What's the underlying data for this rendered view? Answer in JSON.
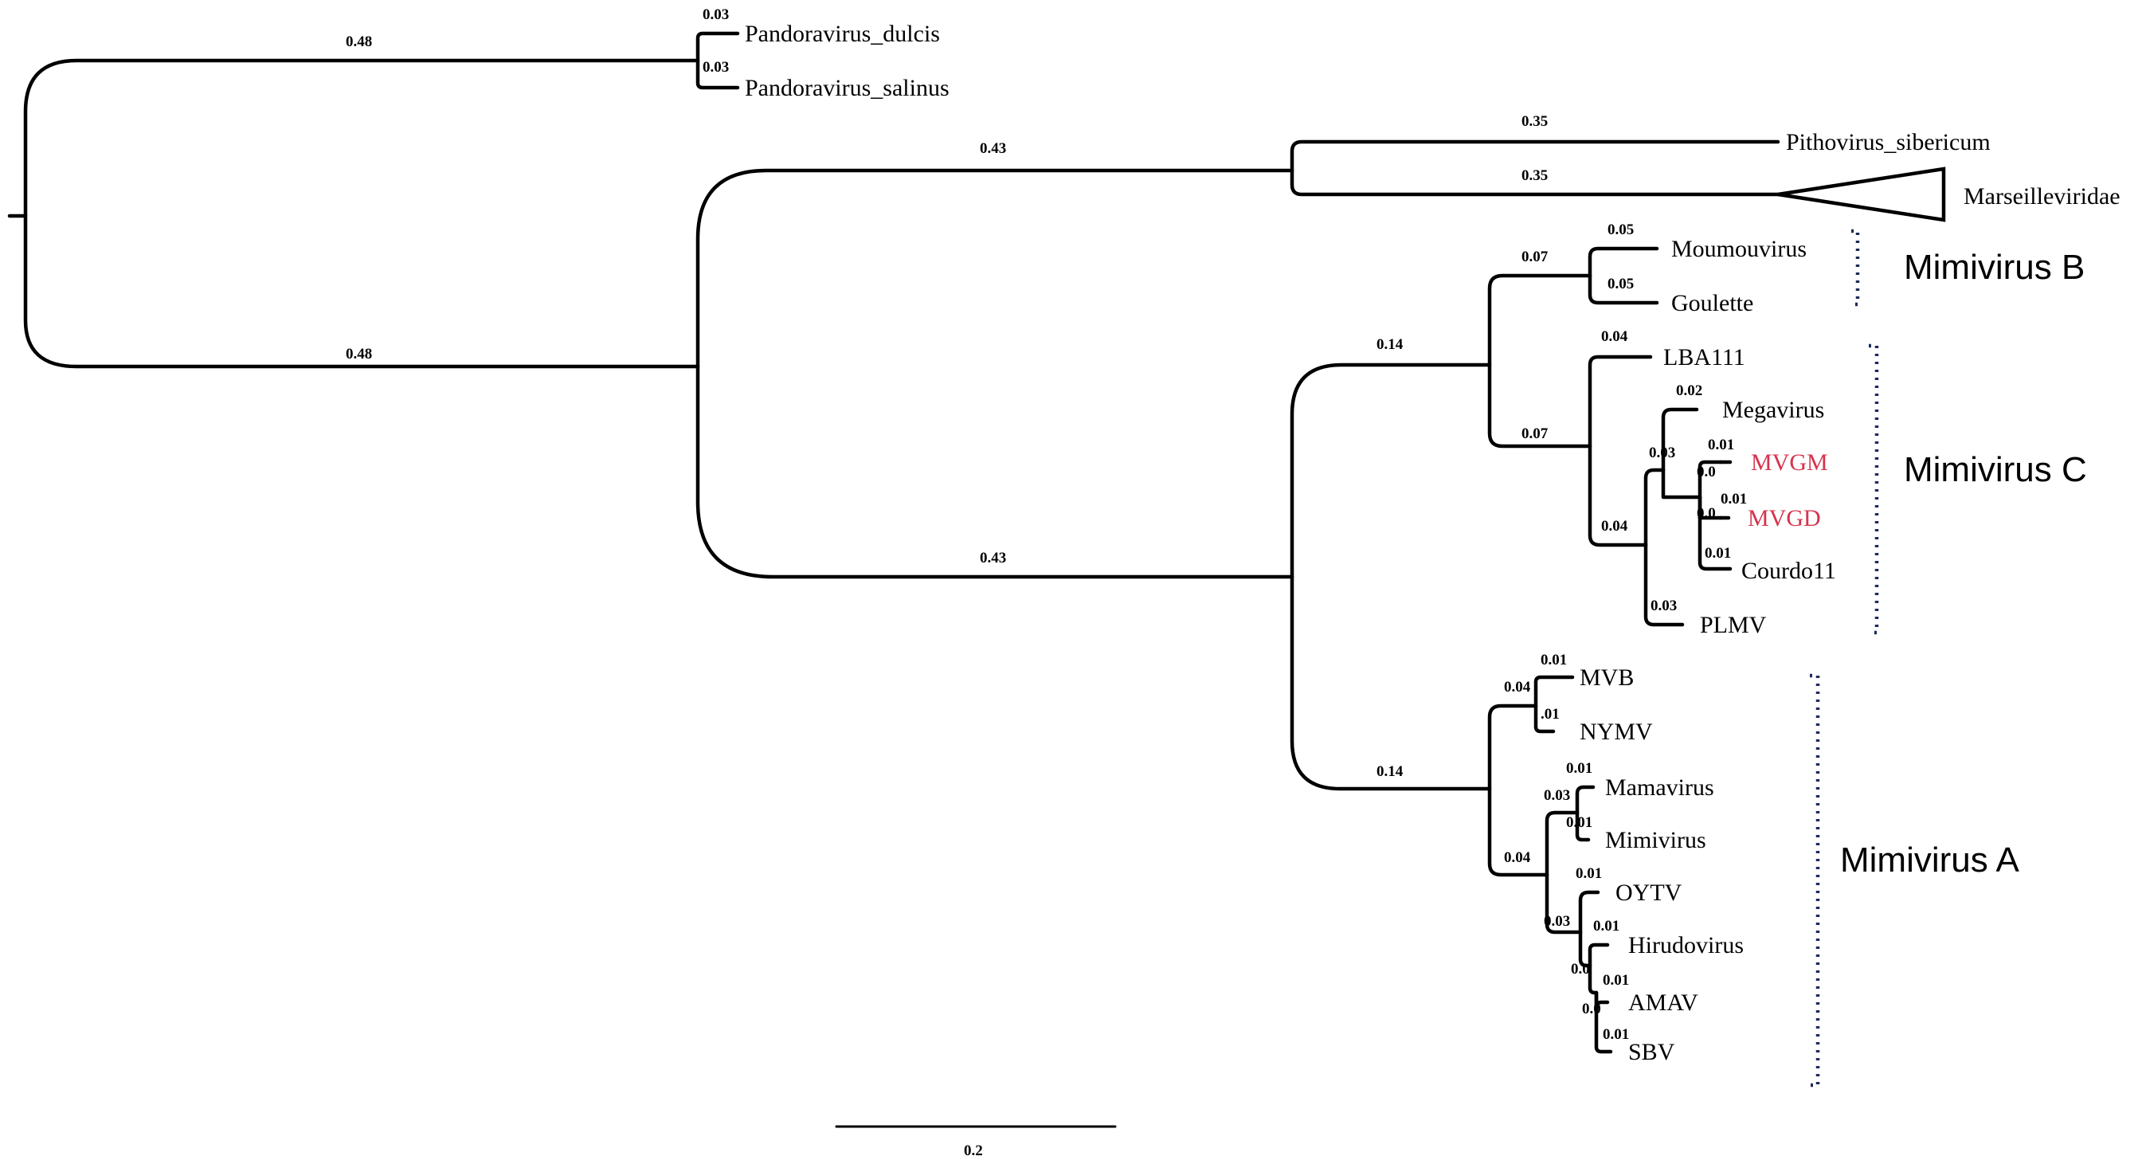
{
  "leaves": {
    "pandoravirus_dulcis": "Pandoravirus_dulcis",
    "pandoravirus_salinus": "Pandoravirus_salinus",
    "pithovirus_sibericum": "Pithovirus_sibericum",
    "marseilleviridae": "Marseilleviridae",
    "moumouvirus": "Moumouvirus",
    "goulette": "Goulette",
    "lba111": "LBA111",
    "megavirus": "Megavirus",
    "mvgm": "MVGM",
    "mvgd": "MVGD",
    "courdo11": "Courdo11",
    "plmv": "PLMV",
    "mvb": "MVB",
    "nymv": "NYMV",
    "mamavirus": "Mamavirus",
    "mimivirus": "Mimivirus",
    "oytv": "OYTV",
    "hirudovirus": "Hirudovirus",
    "amav": "AMAV",
    "sbv": "SBV"
  },
  "branch_lengths": {
    "root_top": "0.48",
    "root_bottom": "0.48",
    "pandoravirus_dulcis": "0.03",
    "pandoravirus_salinus": "0.03",
    "pitho_marseille_clade": "0.43",
    "mimi_clade": "0.43",
    "pithovirus_sibericum": "0.35",
    "marseilleviridae": "0.35",
    "mimi_bc_clade": "0.14",
    "mimi_a_clade": "0.14",
    "mimi_b_clade": "0.07",
    "moumouvirus": "0.05",
    "goulette": "0.05",
    "mimi_c_clade": "0.07",
    "lba111": "0.04",
    "mimi_c_sub": "0.04",
    "megavirus_clade": "0.03",
    "megavirus": "0.02",
    "mvg_clade": "0.0",
    "mvgm": "0.01",
    "mvgd_clade": "0.0",
    "mvgd": "0.01",
    "courdo11": "0.01",
    "plmv": "0.03",
    "mvb_clade": "0.04",
    "mvb": "0.01",
    "nymv": ".01",
    "mama_oytv_clade": "0.04",
    "mama_clade": "0.03",
    "mamavirus": "0.01",
    "mimivirus": "0.01",
    "oytv_clade": "0.03",
    "oytv": "0.01",
    "hirudo_clade": "0.0",
    "hirudovirus": "0.01",
    "amav_clade": "0.0",
    "amav": "0.01",
    "sbv": "0.01"
  },
  "groups": {
    "mimivirus_b": "Mimivirus B",
    "mimivirus_c": "Mimivirus C",
    "mimivirus_a": "Mimivirus A"
  },
  "scale_bar": {
    "label": "0.2",
    "value": 0.2
  },
  "colors": {
    "highlight": "#d6334d",
    "bracket": "#1e2a5a"
  }
}
